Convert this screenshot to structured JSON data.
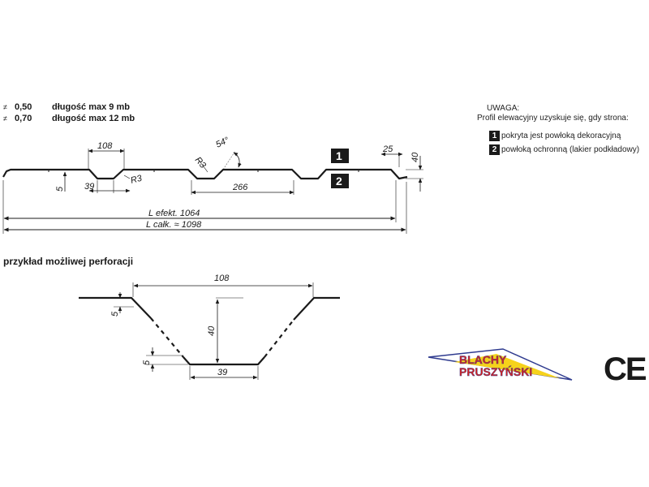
{
  "specs": [
    {
      "symbol": "≠",
      "thickness": "0,50",
      "length": "długość max 9 mb"
    },
    {
      "symbol": "≠",
      "thickness": "0,70",
      "length": "długość max 12 mb"
    }
  ],
  "note": {
    "title": "UWAGA:",
    "subtitle": "Profil elewacyjny uzyskuje się, gdy strona:",
    "items": [
      {
        "number": "1",
        "text": "pokryta jest powłoką dekoracyjną"
      },
      {
        "number": "2",
        "text": "powłoką ochronną (lakier podkładowy)"
      }
    ]
  },
  "profile": {
    "dims": {
      "top_width": "108",
      "bottom_width": "39",
      "depth_small": "5",
      "radius_1": "R3",
      "radius_2": "R3",
      "angle": "54°",
      "pitch": "266",
      "flange": "25",
      "height": "40",
      "badge_1": "1",
      "badge_2": "2",
      "effective_length": "L efekt. 1064",
      "total_length": "L całk. ≈ 1098"
    }
  },
  "perforation": {
    "title": "przykład możliwej perforacji",
    "dims": {
      "top_width": "108",
      "height": "40",
      "bottom_width": "39",
      "left_step": "5",
      "bottom_step": "5"
    }
  },
  "logo": {
    "line1": "BLACHY",
    "line2": "PRUSZYŃSKI"
  },
  "ce_mark": "CE",
  "colors": {
    "ink": "#1a1a1a",
    "logo_red": "#d8231f",
    "logo_yellow": "#f6d21b",
    "logo_blue": "#2f3b8f"
  }
}
